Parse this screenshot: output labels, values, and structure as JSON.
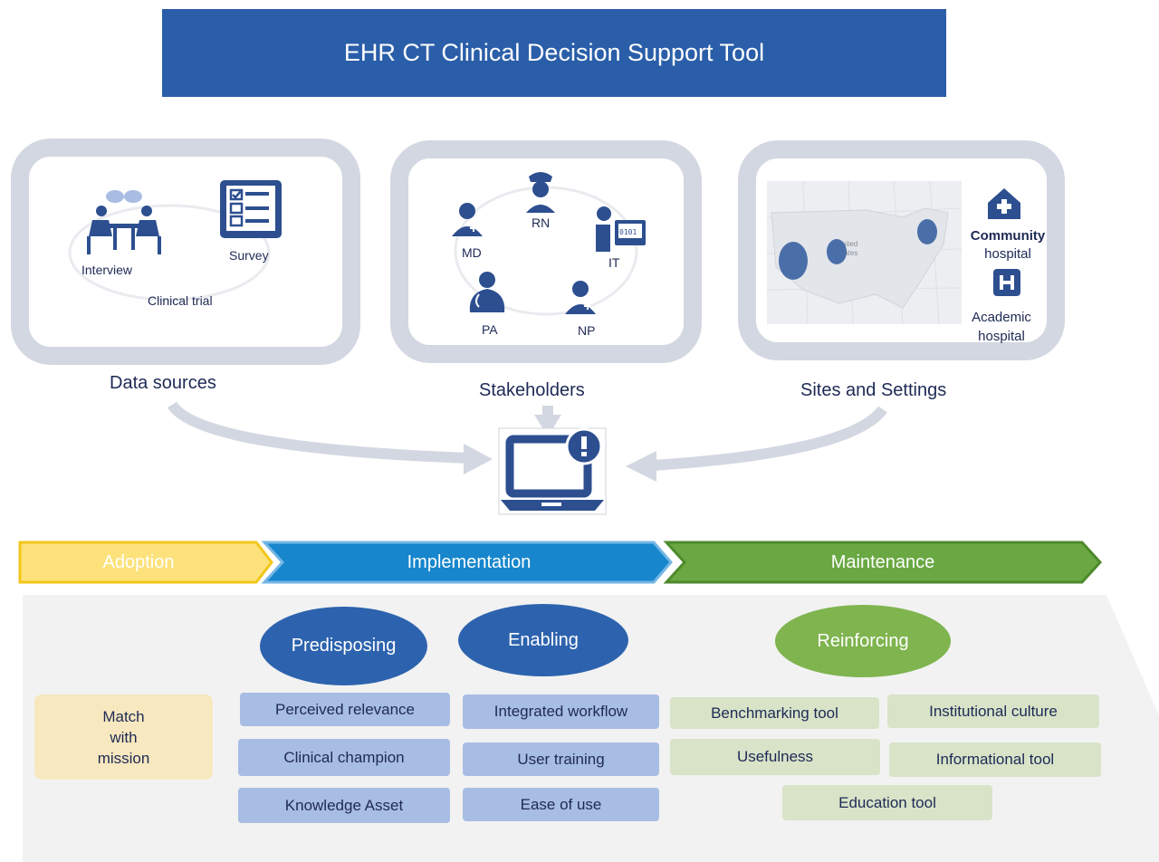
{
  "title": "EHR CT Clinical Decision Support Tool",
  "data_sources": {
    "caption": "Data sources",
    "interview": "Interview",
    "survey": "Survey",
    "clinical_trial": "Clinical trial"
  },
  "stakeholders": {
    "caption": "Stakeholders",
    "rn": "RN",
    "md": "MD",
    "it": "IT",
    "pa": "PA",
    "np": "NP"
  },
  "sites": {
    "caption": "Sites and Settings",
    "community_bold": "Community",
    "community_rest": "hospital",
    "academic_line1": "Academic",
    "academic_line2": "hospital",
    "map_text_1": "nited",
    "map_text_2": "tates"
  },
  "stages": {
    "adoption": "Adoption",
    "implementation": "Implementation",
    "maintenance": "Maintenance"
  },
  "factors": {
    "predisposing": "Predisposing",
    "enabling": "Enabling",
    "reinforcing": "Reinforcing"
  },
  "adoption_item": {
    "line1": "Match",
    "line2": "with",
    "line3": "mission"
  },
  "predisposing_items": [
    "Perceived relevance",
    "Clinical champion",
    "Knowledge Asset"
  ],
  "enabling_items": [
    "Integrated workflow",
    "User training",
    "Ease of use"
  ],
  "reinforcing_items": [
    "Benchmarking tool",
    "Institutional culture",
    "Usefulness",
    "Informational tool",
    "Education tool"
  ],
  "colors": {
    "header": "#2a5ea9",
    "icon": "#2d4f90",
    "adoption": "#fde27b",
    "implementation": "#1786cc",
    "maintenance": "#6aa843",
    "blue_box": "#a8bde3",
    "green_box": "#d8e3c8",
    "tan_box": "#f8e8bf"
  },
  "icons": [
    "meeting-icon",
    "survey-icon",
    "nurse-icon",
    "doctor-icon",
    "it-worker-icon",
    "physician-assistant-icon",
    "nurse-practitioner-icon",
    "us-map",
    "community-hospital-icon",
    "academic-hospital-icon",
    "laptop-alert-icon"
  ]
}
